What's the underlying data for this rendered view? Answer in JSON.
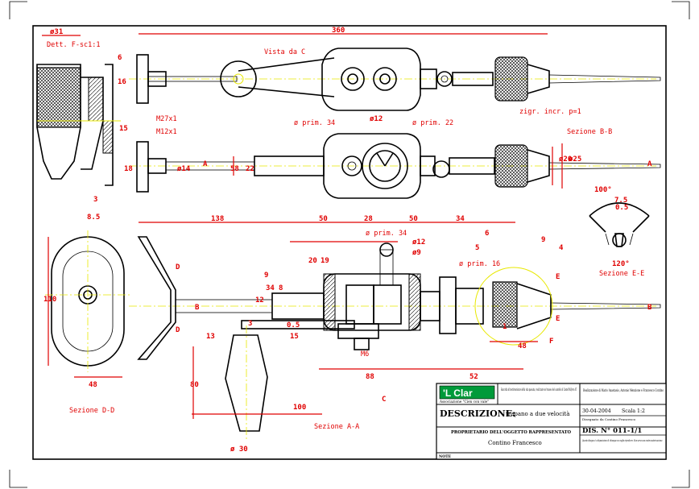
{
  "title_block": {
    "logo": "'L Clar",
    "logo_sub": "Associazione \"Cien con vale\"",
    "collection_note": "Raccolta di testimonianze della vita passata, realizzate nel museo del castello di Castell'Alfero AT",
    "authors": "Realizzazione di Mario Anastasio, Antonio Menzione e Francesco Contino",
    "descrizione_label": "DESCRIZIONE:",
    "descrizione_value": "trapano a due velocità",
    "date": "30-04-2004",
    "scale": "Scala 1:2",
    "drawn_by": "Disegnato da Contino Francesco",
    "dis_no": "DIS. N° 011-1/1",
    "proprietario_label": "PROPRIETARIO DELL'OGGETTO RAPPRESENTATO",
    "proprietario_value": "Contino Francesco",
    "rights_note": "Questo disegno è a disposizione di chiunque ne voglia riprodurre. Non serve una nostra autorizzazione.",
    "note_label": "NOTE"
  },
  "section_labels": {
    "vista_c": "Vista da C",
    "dett_f": "Dett. F-sc1:1",
    "sezione_bb": "Sezione B-B",
    "sezione_ee": "Sezione E-E",
    "sezione_dd": "Sezione D-D",
    "sezione_aa": "Sezione A-A"
  },
  "notes": {
    "zigr": "zigr. incr. p=1",
    "m27": "M27x1",
    "m12": "M12x1",
    "m6": "M6",
    "prim34_top": "ø prim. 34",
    "prim22": "ø prim. 22",
    "prim34_mid": "ø prim. 34",
    "prim16": "ø prim. 16",
    "d12_top": "ø12",
    "d12_mid": "ø12",
    "d9": "ø9",
    "d30": "ø 30"
  },
  "dimensions": {
    "d360": "360",
    "d31": "ø31",
    "d6a": "6",
    "d16": "16",
    "d15": "15",
    "d18": "18",
    "d3a": "3",
    "d85": "8.5",
    "d14": "ø14",
    "d58": "58",
    "d22": "22",
    "d20": "ø20",
    "d25": "ø25",
    "d138": "138",
    "d50a": "50",
    "d28": "28",
    "d50b": "50",
    "d34": "34",
    "d6b": "6",
    "d9a": "9",
    "d5": "5",
    "d4": "4",
    "d20b": "20",
    "d19": "19",
    "d9b": "9",
    "d34b": "34",
    "d12": "12",
    "d8": "8",
    "d13": "13",
    "d3b": "3",
    "d15b": "15",
    "d05": "0.5",
    "d110": "110",
    "d48a": "48",
    "d80": "80",
    "d100": "100",
    "d88": "88",
    "d52": "52",
    "d48b": "48",
    "d1": "1",
    "d100deg": "100°",
    "d75": "7.5",
    "d05b": "0.5",
    "d120deg": "120°"
  },
  "markers": {
    "a": "A",
    "b": "B",
    "c": "C",
    "d": "D",
    "e": "E",
    "f": "F"
  },
  "colors": {
    "outline": "#000000",
    "dimension": "#e00000",
    "centerline": "#e8e800",
    "logo_bg": "#009a3a",
    "frame": "#000000"
  }
}
